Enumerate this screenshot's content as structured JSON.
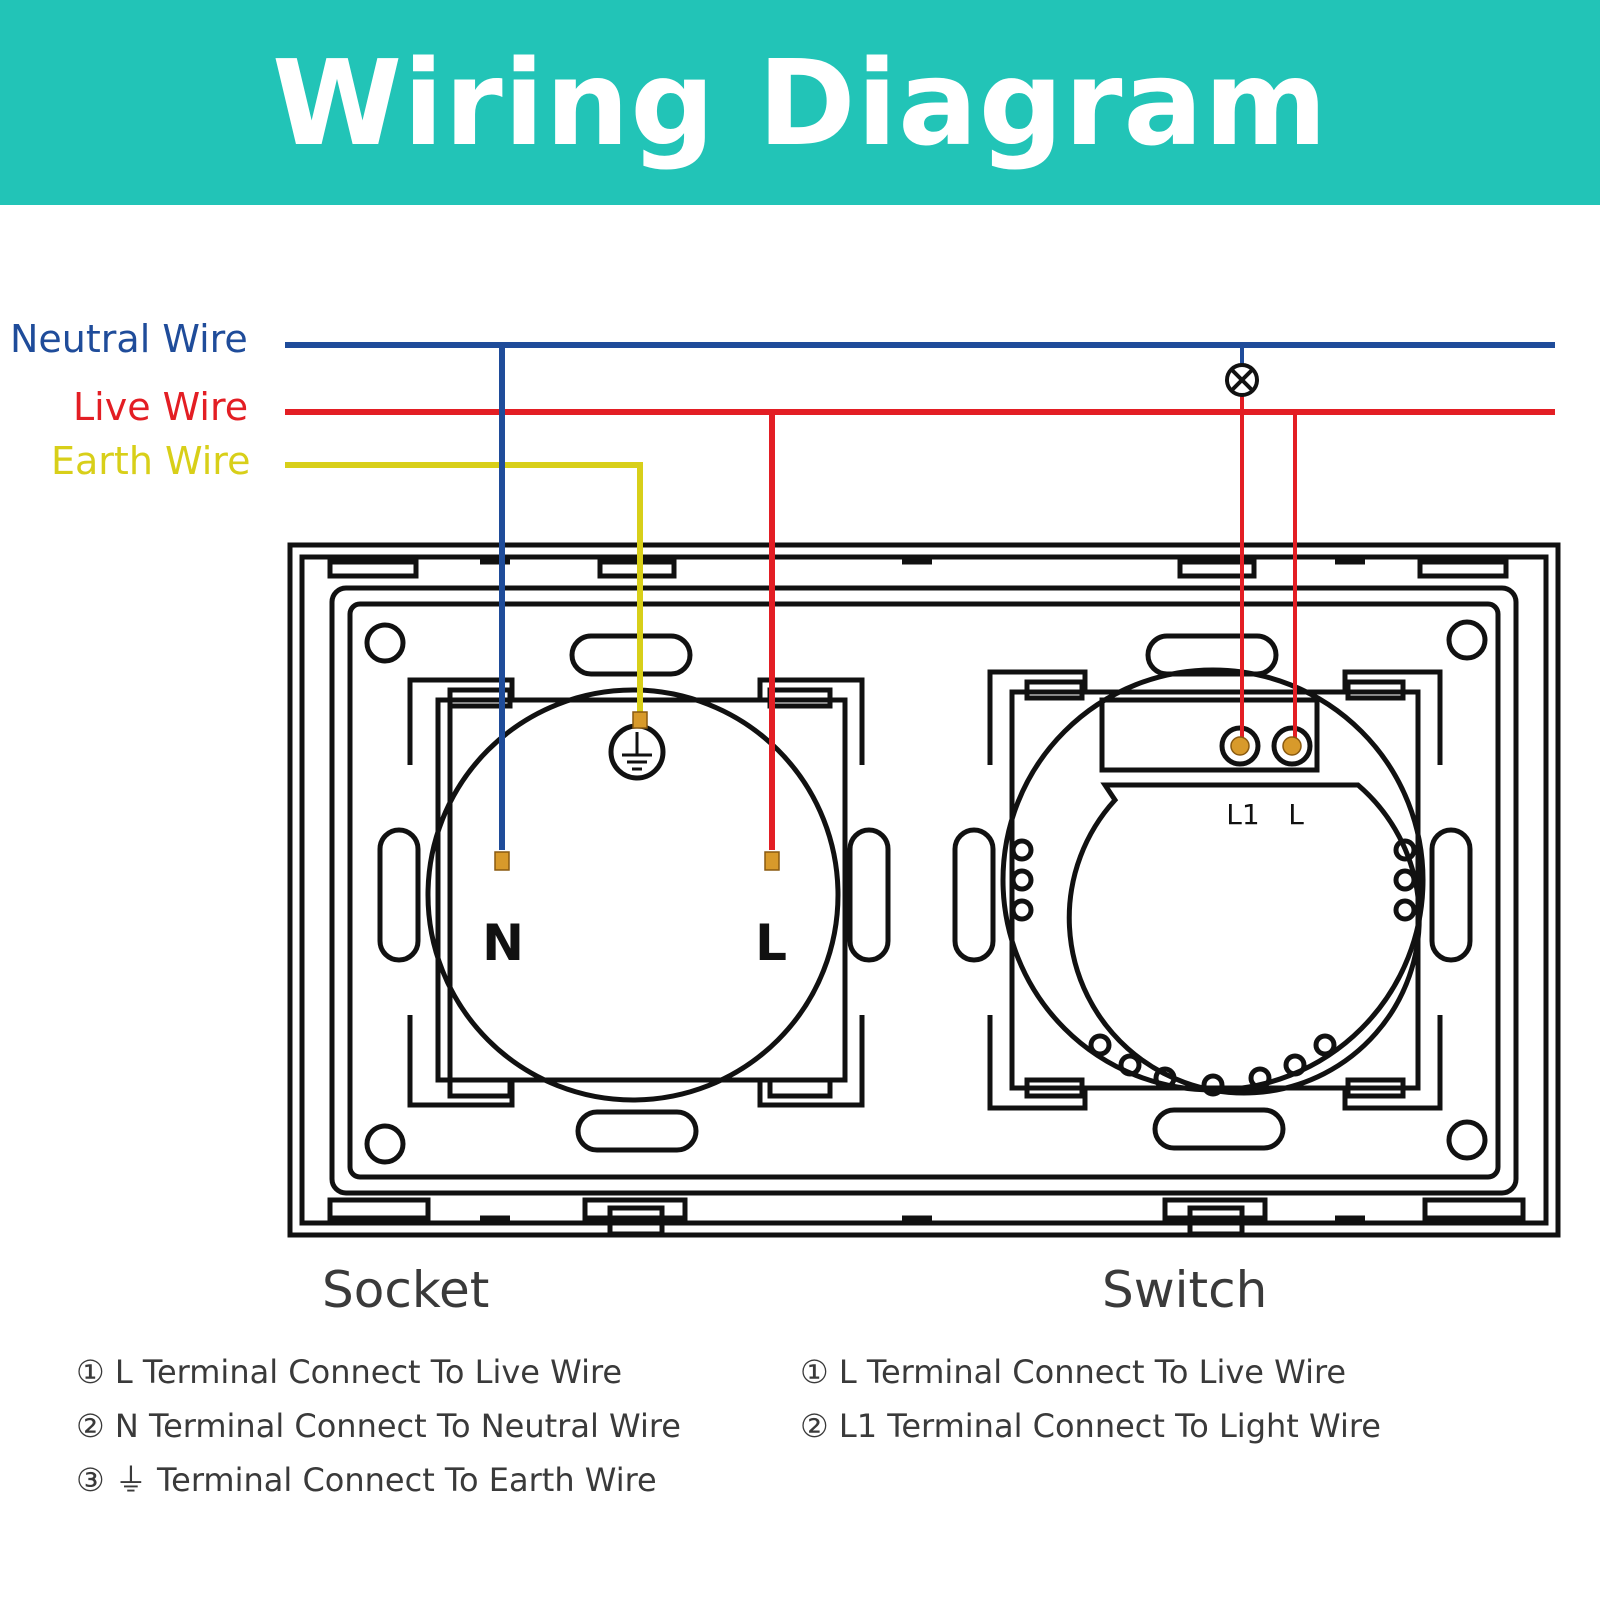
{
  "header": {
    "title": "Wiring Diagram",
    "background": "#22c4b7"
  },
  "wires": {
    "neutral": {
      "label": "Neutral Wire",
      "color": "#1f4c9a"
    },
    "live": {
      "label": "Live Wire",
      "color": "#e31e24"
    },
    "earth": {
      "label": "Earth Wire",
      "color": "#d8cf19"
    }
  },
  "socket": {
    "title": "Socket",
    "terminals": {
      "neutral": "N",
      "live": "L"
    },
    "notes": [
      "① L Terminal Connect To Live Wire",
      "② N Terminal Connect To Neutral Wire",
      "③ ⏚ Terminal Connect To Earth Wire"
    ]
  },
  "switch": {
    "title": "Switch",
    "terminals": {
      "light": "L1",
      "live": "L"
    },
    "notes": [
      "① L Terminal Connect To Live Wire",
      "② L1 Terminal Connect To Light Wire"
    ]
  },
  "icons": {
    "lamp": "lamp-symbol-icon",
    "earth": "earth-ground-icon"
  }
}
